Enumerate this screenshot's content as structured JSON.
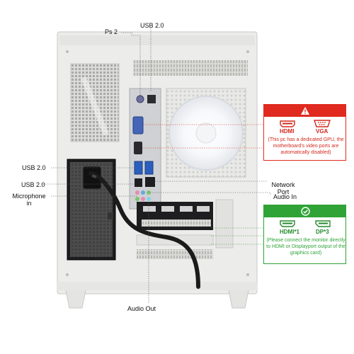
{
  "labels": {
    "ps2": "Ps 2",
    "usb20_top": "USB 2.0",
    "usb20_left1": "USB 2.0",
    "usb20_left2": "USB 2.0",
    "microphone_in": "Microphone\nin",
    "network_port": "Network\nPort",
    "audio_in": "Audio In",
    "audio_out": "Audio Out"
  },
  "warning_panel": {
    "port1": "HDMI",
    "port2": "VGA",
    "note": "(This pc has a dedicated GPU, the motherboard's video ports are automatically disabled)"
  },
  "gpu_panel": {
    "port1": "HDMI*1",
    "port2": "DP*3",
    "note": "(Please connect the monitor directly to HDMI or Displayport output of the graphics card)"
  },
  "colors": {
    "warning_red": "#e02a1f",
    "ok_green": "#2fa336",
    "case_white": "#ededeb"
  },
  "icons": {
    "warning": "warning-triangle-icon",
    "ok": "check-circle-icon"
  }
}
